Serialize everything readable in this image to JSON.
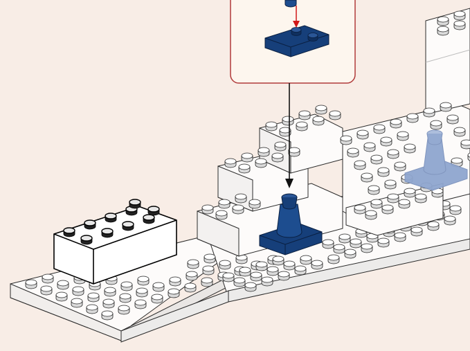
{
  "scene": {
    "background_color": "#f8ede6",
    "brick_white": "#fdfbfa",
    "brick_outline": "#2a2a2a",
    "stud_shade": "#d9d9d9",
    "brick_blue": "#163f7a",
    "ghost_blue": "#8fa6cf",
    "callout_border": "#b03a3a",
    "arrow_red": "#d01818",
    "arrow_black": "#111111",
    "callout": {
      "icon": "sub-assembly-callout",
      "step_icon": "add-piece-arrow"
    },
    "pieces": [
      {
        "name": "plate-1x2-blue",
        "icon": "plate-1x2"
      },
      {
        "name": "cone-on-plate-blue",
        "icon": "cone-plate"
      },
      {
        "name": "cone-on-plate-ghost",
        "icon": "cone-plate-ghost"
      },
      {
        "name": "brick-2x4-white",
        "icon": "brick-2x4"
      }
    ]
  }
}
